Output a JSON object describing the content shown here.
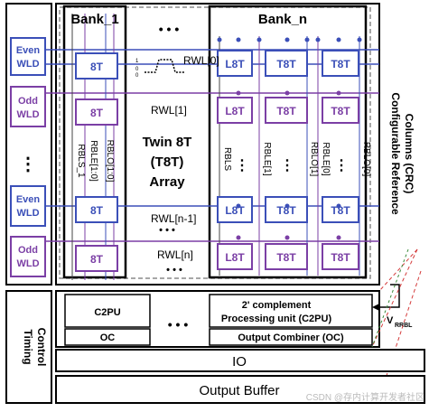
{
  "colors": {
    "blue": "#3b4fb8",
    "purple": "#7b3fa5",
    "black": "#000000",
    "gray": "#8a8a8a",
    "red": "#d43a3a",
    "green": "#3a8a3a"
  },
  "wld": {
    "even": [
      "Even",
      "WLD"
    ],
    "odd": [
      "Odd",
      "WLD"
    ],
    "dots": "⋮"
  },
  "banks": {
    "bank1_title": "Bank_1",
    "bankn_title": "Bank_n",
    "between_dots": "• • •"
  },
  "cells": {
    "eight_t": "8T",
    "l_eight_t": "L8T",
    "t_eight_t": "T8T"
  },
  "wordlines": {
    "rwl0": "RWL[0]",
    "rwl1": "RWL[1]",
    "rwln1": "RWL[n-1]",
    "rwln": "RWL[n]",
    "dots": "• • •",
    "pulse_low": "0",
    "pulse_high": "1",
    "pulse_label": "0"
  },
  "bitlines": {
    "rbls_1": "RBLS_1",
    "rble_1": "RBLE[1:0]",
    "rblo_1": "RBLO[1:0]",
    "rbls": "RBLS",
    "rble1": "RBLE[1]",
    "rblo1": "RBLO[1]",
    "rble0": "RBLE[0]",
    "rblo0": "RBLO[0]",
    "vdots": "⋮"
  },
  "array": {
    "line1": "Twin 8T",
    "line2": "(T8T)",
    "line3": "Array"
  },
  "crc": {
    "line1": "Configurable Reference",
    "line2": "Columns (CRC)"
  },
  "timing": {
    "line1": "Timing",
    "line2": "Control"
  },
  "processing": {
    "c2pu": "C2PU",
    "oc": "OC",
    "dots": "• • •",
    "c2pu_full_line1": "2' complement",
    "c2pu_full_line2": "Processing unit (C2PU)",
    "oc_full": "Output Combiner (OC)",
    "vrrbl_main": "V",
    "vrrbl_sub": "RRBL"
  },
  "io": {
    "label": "IO"
  },
  "output_buffer": {
    "label": "Output Buffer"
  },
  "watermark": "CSDN @存内计算开发者社区"
}
